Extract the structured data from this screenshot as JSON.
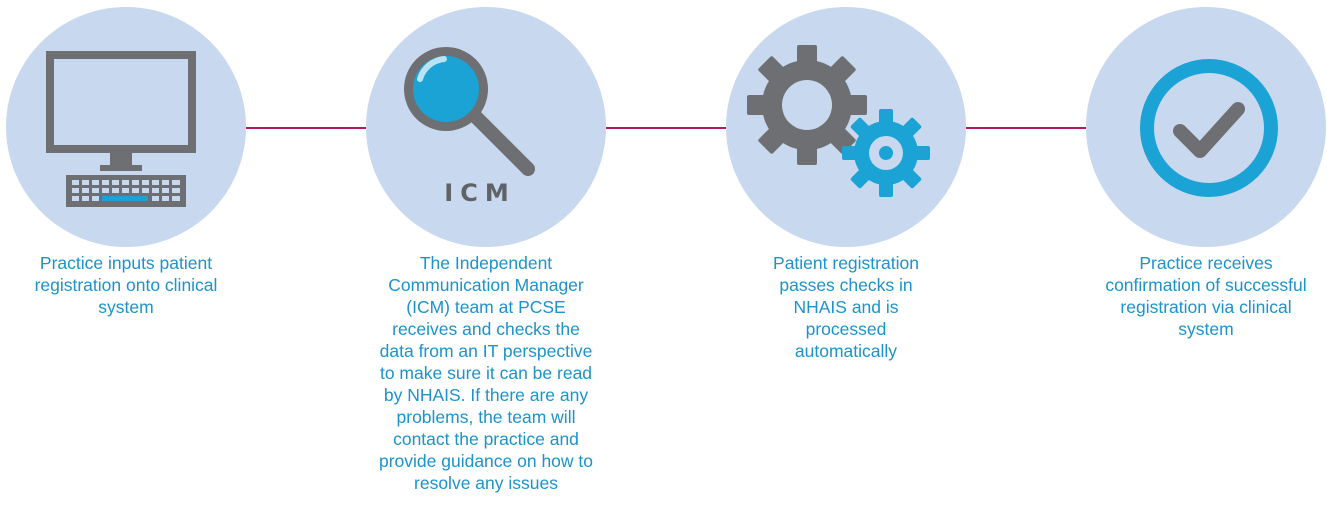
{
  "colors": {
    "circle": "#c8d8ee",
    "connector": "#b0186f",
    "caption": "#1b93cc",
    "icon_grey": "#6d6f72",
    "icon_blue": "#1ba3d6"
  },
  "steps": [
    {
      "icon": "computer-icon",
      "caption": "Practice inputs patient registration onto clinical system"
    },
    {
      "icon": "magnifying-glass-icon",
      "icon_label": "ICM",
      "caption": "The Independent Communication Manager (ICM) team at PCSE receives and checks the data from an IT perspective to make sure it can be read by NHAIS. If there are any problems, the team will contact the practice and provide guidance on how to resolve any issues"
    },
    {
      "icon": "gears-icon",
      "caption": "Patient registration passes checks in NHAIS and is processed automatically"
    },
    {
      "icon": "checkmark-icon",
      "caption": "Practice receives confirmation of successful registration via clinical system"
    }
  ]
}
